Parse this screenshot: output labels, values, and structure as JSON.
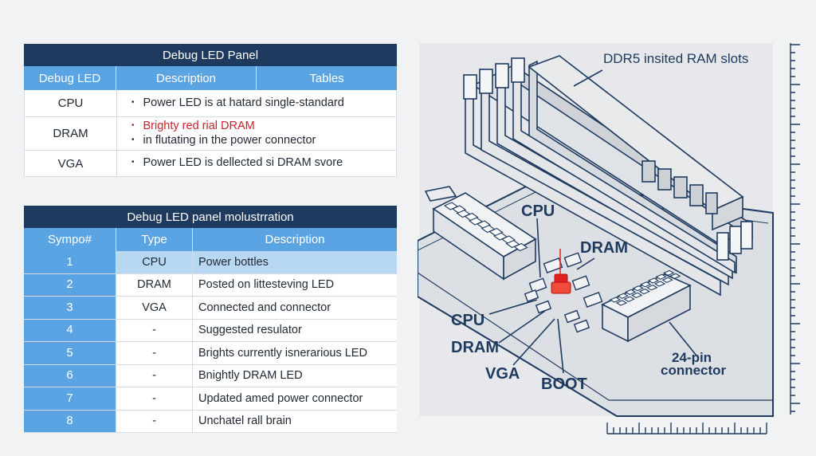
{
  "table1": {
    "title": "Debug LED Panel",
    "headers": [
      "Debug LED",
      "Description",
      "Tables"
    ],
    "rows": [
      {
        "label": "CPU",
        "lines": [
          "Power LED is at hatard single-standard"
        ]
      },
      {
        "label": "DRAM",
        "lines": [
          "Brighty red rial DRAM",
          "in flutating in the power connector"
        ]
      },
      {
        "label": "VGA",
        "lines": [
          "Power LED is dellected si DRAM svore"
        ]
      }
    ]
  },
  "table2": {
    "title": "Debug LED panel molustrration",
    "headers": [
      "Sympo#",
      "Type",
      "Description"
    ],
    "rows": [
      {
        "num": "1",
        "type": "CPU",
        "desc": "Power bottles"
      },
      {
        "num": "2",
        "type": "DRAM",
        "desc": "Posted on littesteving LED"
      },
      {
        "num": "3",
        "type": "VGA",
        "desc": "Connected and connector"
      },
      {
        "num": "4",
        "type": "-",
        "desc": "Suggested resulator"
      },
      {
        "num": "5",
        "type": "-",
        "desc": "Brights currently isnerarious LED"
      },
      {
        "num": "6",
        "type": "-",
        "desc": "Bnightly DRAM LED"
      },
      {
        "num": "7",
        "type": "-",
        "desc": "Updated amed power connector"
      },
      {
        "num": "8",
        "type": "-",
        "desc": "Unchatel rall brain"
      }
    ]
  },
  "diagram": {
    "ram_label": "DDR5 insited RAM slots",
    "cpu_label_top": "CPU",
    "dram_label_top": "DRAM",
    "cpu_label_left": "CPU",
    "dram_label_left": "DRAM",
    "vga_label": "VGA",
    "boot_label": "BOOT",
    "connector_label_1": "24-pin",
    "connector_label_2": "connector"
  },
  "colors": {
    "navy": "#1e3a5f",
    "header_blue": "#5aa4e4",
    "highlight_blue": "#b8d7f2",
    "led_red": "#e32020",
    "text_red": "#d0202a"
  }
}
